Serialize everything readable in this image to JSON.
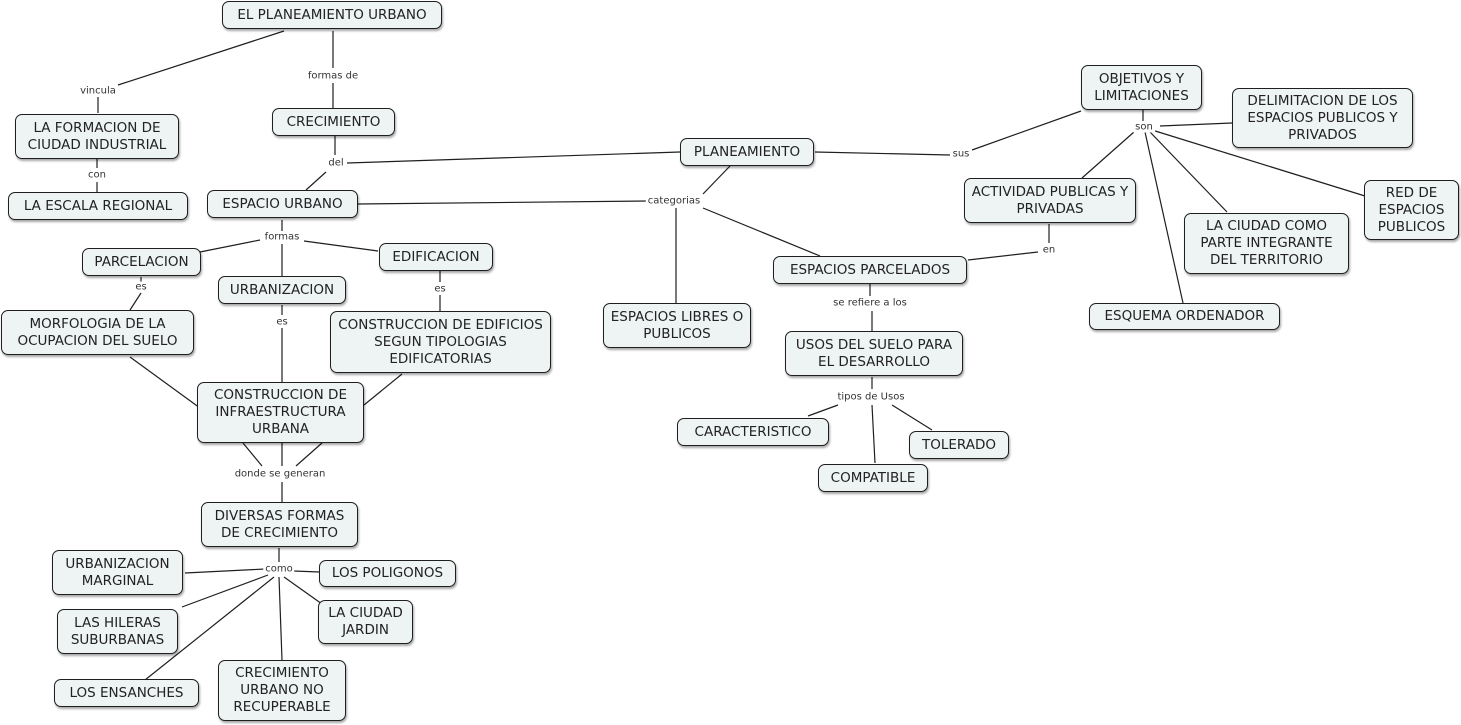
{
  "nodes": {
    "planeamiento_urbano": "EL PLANEAMIENTO URBANO",
    "formacion_ciudad": "LA FORMACION DE CIUDAD INDUSTRIAL",
    "escala_regional": "LA ESCALA REGIONAL",
    "crecimiento": "CRECIMIENTO",
    "espacio_urbano": "ESPACIO URBANO",
    "parcelacion": "PARCELACION",
    "urbanizacion": "URBANIZACION",
    "edificacion": "EDIFICACION",
    "morfologia": "MORFOLOGIA DE LA OCUPACION DEL SUELO",
    "construccion_edificios": "CONSTRUCCION DE EDIFICIOS SEGUN TIPOLOGIAS EDIFICATORIAS",
    "construccion_infra": "CONSTRUCCION DE INFRAESTRUCTURA URBANA",
    "diversas_formas": "DIVERSAS FORMAS DE CRECIMIENTO",
    "urbanizacion_marginal": "URBANIZACION MARGINAL",
    "los_poligonos": "LOS POLIGONOS",
    "hileras_suburbanas": "LAS HILERAS SUBURBANAS",
    "ciudad_jardin": "LA CIUDAD JARDIN",
    "los_ensanches": "LOS ENSANCHES",
    "crecimiento_no_recuperable": "CRECIMIENTO URBANO NO RECUPERABLE",
    "planeamiento": "PLANEAMIENTO",
    "espacios_libres": "ESPACIOS LIBRES O PUBLICOS",
    "espacios_parcelados": "ESPACIOS PARCELADOS",
    "usos_suelo": "USOS DEL SUELO PARA EL DESARROLLO",
    "caracteristico": "CARACTERISTICO",
    "compatible": "COMPATIBLE",
    "tolerado": "TOLERADO",
    "objetivos": "OBJETIVOS Y LIMITACIONES",
    "delimitacion": "DELIMITACION DE LOS ESPACIOS PUBLICOS Y PRIVADOS",
    "actividad": "ACTIVIDAD PUBLICAS Y PRIVADAS",
    "ciudad_parte": "LA CIUDAD COMO PARTE INTEGRANTE DEL TERRITORIO",
    "red_espacios": "RED DE ESPACIOS PUBLICOS",
    "esquema_ordenador": "ESQUEMA ORDENADOR"
  },
  "linking_phrases": {
    "vincula": "vincula",
    "formas_de": "formas de",
    "con": "con",
    "del": "del",
    "formas": "formas",
    "es_parcelacion": "es",
    "es_urbanizacion": "es",
    "es_edificacion": "es",
    "donde_se_generan": "donde se generan",
    "como": "como",
    "categorias": "categorias",
    "se_refiere": "se  refiere a los",
    "tipos_de_usos": "tipos de Usos",
    "sus": "sus",
    "son": "son",
    "en": "en"
  }
}
